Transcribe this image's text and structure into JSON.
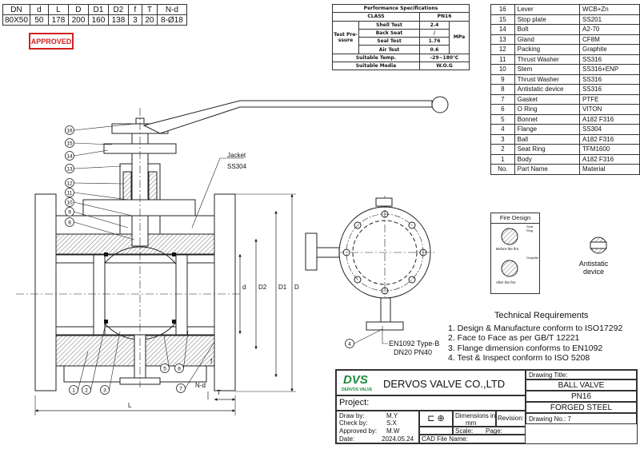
{
  "dimensions": {
    "headers": [
      "DN",
      "d",
      "L",
      "D",
      "D1",
      "D2",
      "f",
      "T",
      "N-d"
    ],
    "values": [
      "80X50",
      "50",
      "178",
      "200",
      "160",
      "138",
      "3",
      "20",
      "8-Ø18"
    ]
  },
  "approved_stamp": "APPROVED",
  "performance": {
    "title": "Performance Specifications",
    "class_label": "CLASS",
    "class_value": "PN16",
    "test_label": "Test Pre- ssure",
    "rows": [
      {
        "name": "Shell Test",
        "value": "2.4"
      },
      {
        "name": "Back Seat",
        "value": "/"
      },
      {
        "name": "Seal Test",
        "value": "1.76"
      },
      {
        "name": "Air Test",
        "value": "0.6"
      }
    ],
    "unit": "MPa",
    "temp_label": "Suitable Temp.",
    "temp_value": "-29~180℃",
    "media_label": "Suitable Media",
    "media_value": "W.O.G"
  },
  "bom": [
    {
      "no": "16",
      "part": "Lever",
      "material": "WCB+Zn"
    },
    {
      "no": "15",
      "part": "Stop plate",
      "material": "SS201"
    },
    {
      "no": "14",
      "part": "Bolt",
      "material": "A2-70"
    },
    {
      "no": "13",
      "part": "Gland",
      "material": "CF8M"
    },
    {
      "no": "12",
      "part": "Packing",
      "material": "Graphite"
    },
    {
      "no": "11",
      "part": "Thrust Washer",
      "material": "SS316"
    },
    {
      "no": "10",
      "part": "Stem",
      "material": "SS316+ENP"
    },
    {
      "no": "9",
      "part": "Thrust Washer",
      "material": "SS316"
    },
    {
      "no": "8",
      "part": "Antistatic device",
      "material": "SS316"
    },
    {
      "no": "7",
      "part": "Gasket",
      "material": "PTFE"
    },
    {
      "no": "6",
      "part": "O Ring",
      "material": "VITON"
    },
    {
      "no": "5",
      "part": "Bonnet",
      "material": "A182 F316"
    },
    {
      "no": "4",
      "part": "Flange",
      "material": "SS304"
    },
    {
      "no": "3",
      "part": "Ball",
      "material": "A182 F316"
    },
    {
      "no": "2",
      "part": "Seat Ring",
      "material": "TFM1600"
    },
    {
      "no": "1",
      "part": "Body",
      "material": "A182 F316"
    },
    {
      "no": "No.",
      "part": "Part Name",
      "material": "Material"
    }
  ],
  "labels": {
    "jacket": "Jacket",
    "jacket_material": "SS304",
    "flange_std": "EN1092 Type-B",
    "flange_rating": "DN20 PN40",
    "antistatic": "Antistatic device",
    "dim_d": "d",
    "dim_D2": "D2",
    "dim_D1": "D1",
    "dim_D": "D",
    "dim_f": "f",
    "dim_Nd": "N-d",
    "dim_T": "T",
    "dim_L": "L"
  },
  "fire_design": {
    "title": "Fire Design",
    "before": "Before the fire",
    "after": "After the fire",
    "seat_ring": "Seat Ring",
    "graphite": "Graphite"
  },
  "tech_req": {
    "title": "Technical Requirements",
    "items": [
      "1. Design & Manufacture conform to ISO17292",
      "2. Face to Face as per GB/T 12221",
      "3. Flange dimension conforms to EN1092",
      "4. Test & Inspect  conform to  ISO 5208"
    ]
  },
  "title_block": {
    "logo": "DVS",
    "logo_sub": "DERVOS VALVE",
    "company": "DERVOS VALVE CO.,LTD",
    "drawing_title_label": "Drawing Title:",
    "drawing_title": "BALL VALVE",
    "rating": "PN16",
    "material": "FORGED STEEL",
    "project_label": "Project:",
    "draw_by_label": "Draw by:",
    "draw_by": "M.Y",
    "check_by_label": "Check by:",
    "check_by": "S.X",
    "approved_by_label": "Approved by:",
    "approved_by": "M.W",
    "date_label": "Date:",
    "date": "2024.05.24",
    "dimensions_label": "Dimensions in:",
    "dimensions_unit": "mm",
    "scale_label": "Scale:",
    "page_label": "Page:",
    "cad_label": "CAD File Name:",
    "revision_label": "Revision:",
    "drawing_no_label": "Drawing No.: 7"
  },
  "balloons_left": [
    "16",
    "15",
    "14",
    "13",
    "12",
    "11",
    "10",
    "9",
    "8"
  ],
  "balloons_bottom": [
    "1",
    "2",
    "3",
    "5",
    "6",
    "7"
  ],
  "balloon_4": "4"
}
